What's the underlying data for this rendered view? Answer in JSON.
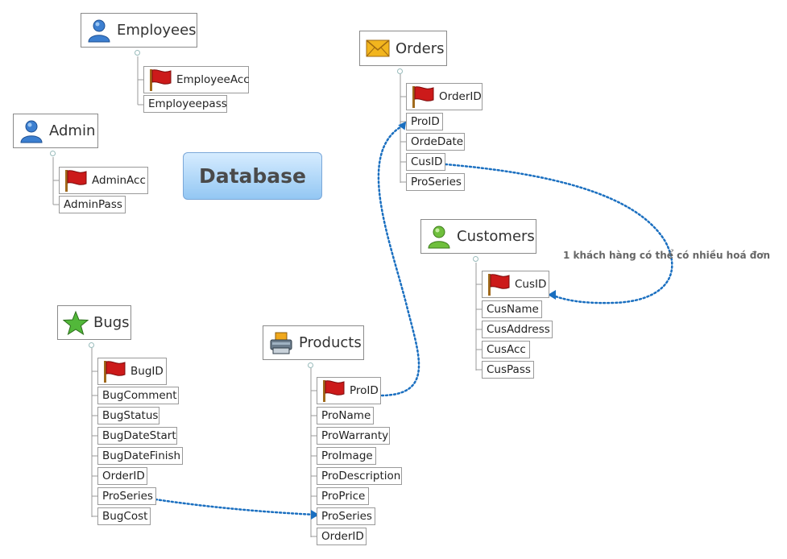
{
  "center_title": "Database",
  "entities": {
    "employees": {
      "title": "Employees",
      "icon": "person-blue-icon",
      "fields": [
        "EmployeeAcc",
        "Employeepass"
      ]
    },
    "admin": {
      "title": "Admin",
      "icon": "person-blue-icon",
      "fields": [
        "AdminAcc",
        "AdminPass"
      ]
    },
    "orders": {
      "title": "Orders",
      "icon": "envelope-icon",
      "fields": [
        "OrderID",
        "ProID",
        "OrdeDate",
        "CusID",
        "ProSeries"
      ]
    },
    "customers": {
      "title": "Customers",
      "icon": "person-green-icon",
      "fields": [
        "CusID",
        "CusName",
        "CusAddress",
        "CusAcc",
        "CusPass"
      ]
    },
    "bugs": {
      "title": "Bugs",
      "icon": "star-icon",
      "fields": [
        "BugID",
        "BugComment",
        "BugStatus",
        "BugDateStart",
        "BugDateFinish",
        "OrderID",
        "ProSeries",
        "BugCost"
      ]
    },
    "products": {
      "title": "Products",
      "icon": "printer-icon",
      "fields": [
        "ProID",
        "ProName",
        "ProWarranty",
        "ProImage",
        "ProDescription",
        "ProPrice",
        "ProSeries",
        "OrderID"
      ]
    }
  },
  "annotation": "1 khách hàng có thể có nhiều hoá đơn",
  "colors": {
    "link": "#1a6fc0",
    "center_top": "#d6ecff",
    "center_bottom": "#93c7f3",
    "flag": "#cc1a1a"
  }
}
